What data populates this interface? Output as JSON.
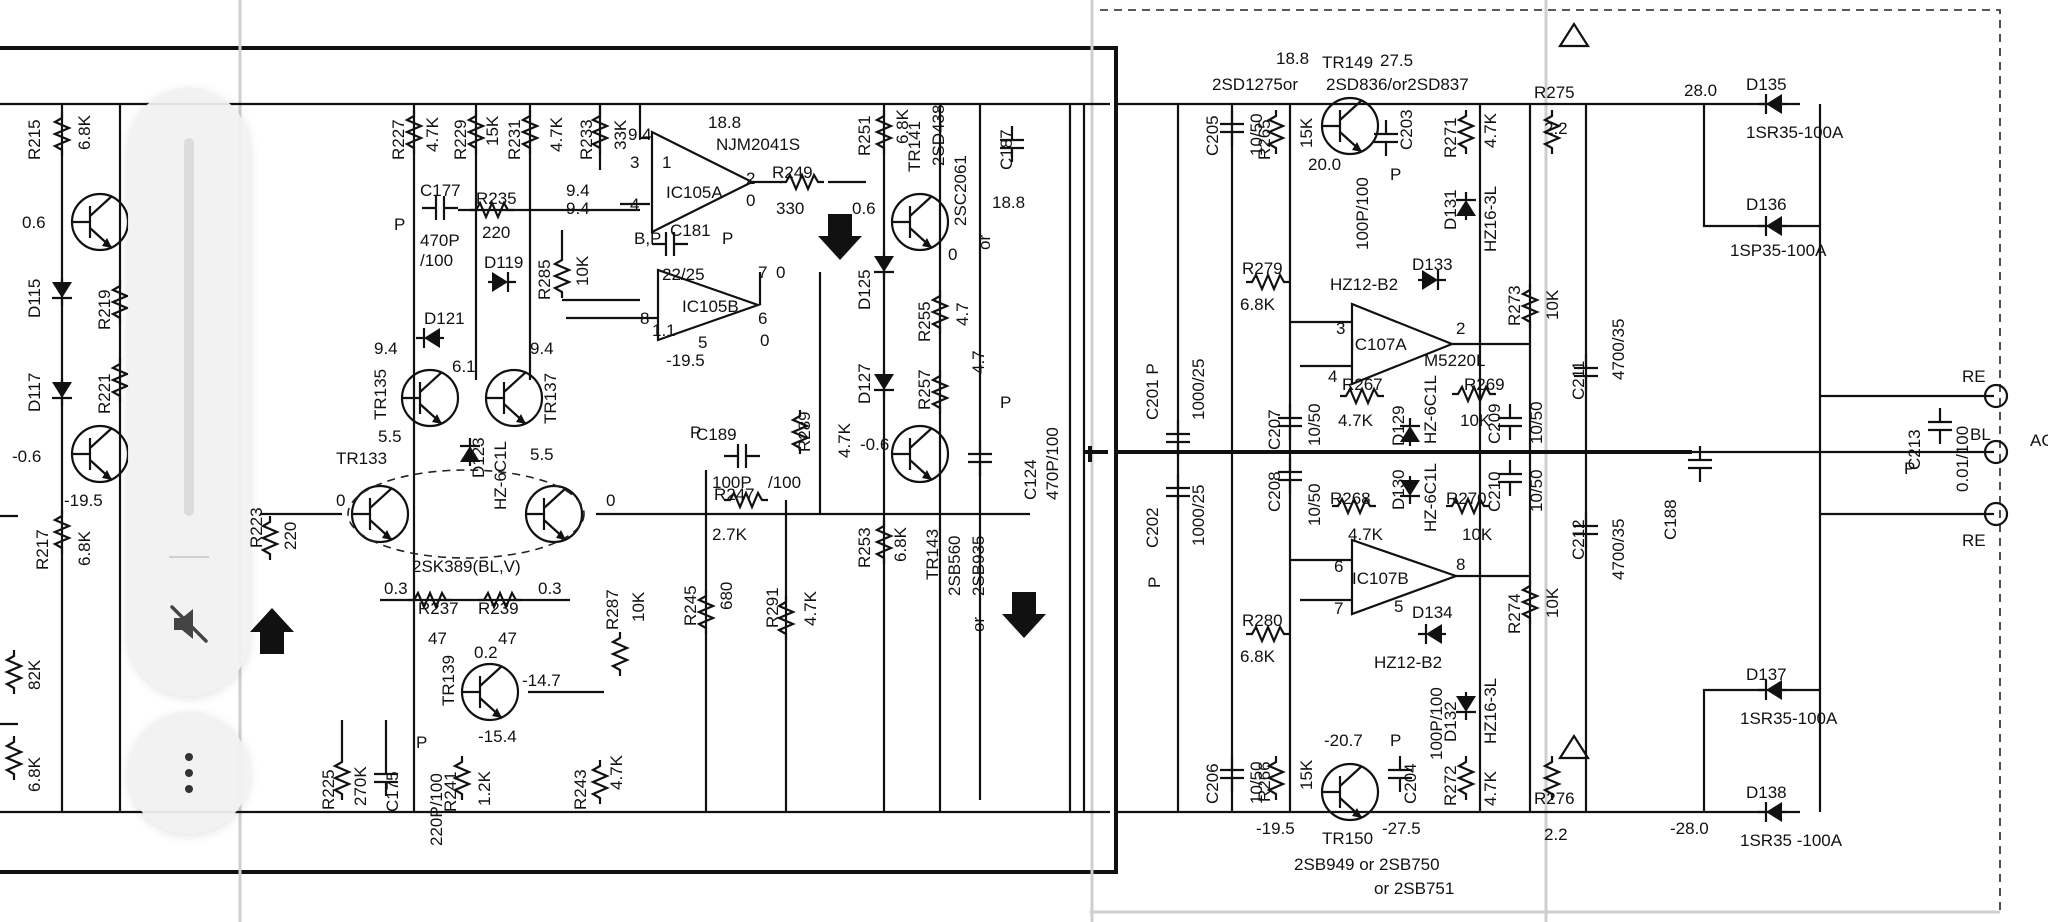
{
  "labels": {
    "r215": "R215",
    "r215v": "6.8K",
    "v06": "0.6",
    "d115": "D115",
    "r219": "R219",
    "d117": "D117",
    "r221": "R221",
    "vm06": "-0.6",
    "vm195": "-19.5",
    "r217": "R217",
    "r217v": "6.8K",
    "v82k": "82K",
    "v68k_left": "6.8K",
    "r227": "R227",
    "r227v": "4.7K",
    "r229": "R229",
    "r229v": "15K",
    "r231": "R231",
    "r231v": "4.7K",
    "r233": "R233",
    "r233v": "33K",
    "v94a": "9.4",
    "v94b": "9.4",
    "c177": "C177",
    "c177v": "470P",
    "c177v2": "/100",
    "r235": "R235",
    "r235v": "220",
    "d119": "D119",
    "r285": "R285",
    "r285v": "10K",
    "d121": "D121",
    "v94c": "9.4",
    "v61": "6.1",
    "v94d": "9.4",
    "tr135": "TR135",
    "tr137": "TR137",
    "v55a": "5.5",
    "v55b": "5.5",
    "d123": "D123",
    "hz6c1l": "HZ-6C1L",
    "tr133": "TR133",
    "v0a": "0",
    "v0b": "0",
    "fet": "2SK389(BL,V)",
    "v03a": "0.3",
    "v03b": "0.3",
    "r237": "R237",
    "r239": "R239",
    "v47a": "47",
    "v47b": "47",
    "r223": "R223",
    "r223v": "220",
    "tr139": "TR139",
    "v02": "0.2",
    "vm147": "-14.7",
    "vm154": "-15.4",
    "r225": "R225",
    "r225v": "270K",
    "c175": "C175",
    "c175v": "220P/100",
    "r241": "R241",
    "r241v": "1.2K",
    "r287": "R287",
    "r287v": "10K",
    "r243": "R243",
    "r243v": "4.7K",
    "v188a": "18.8",
    "njm": "NJM2041S",
    "ic105a": "IC105A",
    "p1": "1",
    "p2": "2",
    "p3": "3",
    "p4": "4",
    "v0c": "0",
    "r249": "R249",
    "r249v": "330",
    "v94e": "9.4",
    "bp": "B,P",
    "c181": "C181",
    "c181v": "22/25",
    "p_c181": "P",
    "ic105b": "IC105B",
    "p5": "5",
    "p6": "6",
    "p7": "7",
    "p8": "8",
    "v0d": "0",
    "v0e": "0",
    "v11": "1.1",
    "vm195b": "-19.5",
    "c189": "C189",
    "c189v": "100P",
    "c189v2": "/100",
    "r247": "R247",
    "r247v": "2.7K",
    "r289": "R289",
    "r289v": "4.7K",
    "r245": "R245",
    "r245v": "680",
    "r291": "R291",
    "r291v": "4.7K",
    "r251": "R251",
    "r251v": "6.8K",
    "tr141": "TR141",
    "tr141t": "2SD438",
    "tr141t2": "2SC2061",
    "or1": "or",
    "c187": "C187",
    "v188b": "18.8",
    "v06b": "0.6",
    "v0f": "0",
    "d125": "D125",
    "r255": "R255",
    "r255v": "4.7",
    "d127": "D127",
    "r257": "R257",
    "r257v": "4.7",
    "vm06b": "-0.6",
    "c124": "C124",
    "c124v": "470P/100",
    "r253": "R253",
    "r253v": "6.8K",
    "tr143": "TR143",
    "tr143t": "2SB560",
    "tr143t2": "2SB935",
    "or2": "or",
    "c201": "C201 P",
    "c201v": "1000/25",
    "c202": "C202",
    "c202v": "1000/25",
    "p_c202": "P",
    "c205": "C205",
    "c205v": "10/50",
    "r265": "R265",
    "r265v": "15K",
    "tr149": "TR149",
    "v188c": "18.8",
    "v275": "27.5",
    "tr149t": "2SD1275or",
    "tr149t2": "2SD836/or2SD837",
    "v200": "20.0",
    "c203": "C203",
    "c203v": "100P/100",
    "r271": "R271",
    "r271v": "4.7K",
    "d131": "D131",
    "hz163l": "HZ16-3L",
    "r275": "R275",
    "r275v": "2.2",
    "v280": "28.0",
    "d135": "D135",
    "d135t": "1SR35-100A",
    "d136": "D136",
    "d136t": "1SP35-100A",
    "r279": "R279",
    "r279v": "6.8K",
    "hz12b2": "HZ12-B2",
    "d133": "D133",
    "r273": "R273",
    "r273v": "10K",
    "p3b": "3",
    "p2b": "2",
    "ic107a": "IC107A",
    "m5220l": "M5220L",
    "p4b": "4",
    "r267": "R267",
    "r267v": "4.7K",
    "r269": "R269",
    "r269v": "10K",
    "c211": "C211",
    "c211v": "4700/35",
    "c207": "C207",
    "c207v": "10/50",
    "d129": "D129",
    "c209": "C209",
    "c209v": "10/50",
    "hz6c1lb": "HZ-6C1L",
    "d130": "D130",
    "c208": "C208",
    "c208v": "10/50",
    "r268": "R268",
    "r268v": "4.7K",
    "r270": "R270",
    "r270v": "10K",
    "c210": "C210",
    "c210v": "10/50",
    "hz6c1lc": "HZ-6C1L",
    "c212": "C212",
    "c212v": "4700/35",
    "c188": "C188",
    "p6b": "6",
    "p8b": "8",
    "p7b": "7",
    "p5b": "5",
    "ic107b": "IC107B",
    "d134": "D134",
    "hz12b2b": "HZ12-B2",
    "r274": "R274",
    "r274v": "10K",
    "r280": "R280",
    "r280v": "6.8K",
    "d132": "D132",
    "hz163lb": "HZ16-3L",
    "d137": "D137",
    "d137t": "1SR35-100A",
    "d138": "D138",
    "d138t": "1SR35 -100A",
    "vm280": "-28.0",
    "vm207": "-20.7",
    "c206": "C206",
    "c206v": "10/50",
    "r266": "R266",
    "r266v": "15K",
    "c204": "C204",
    "c204v": "100P/100",
    "r272": "R272",
    "r272v": "4.7K",
    "r276": "R276",
    "r276v": "2.2",
    "vm195c": "-19.5",
    "tr150": "TR150",
    "vm275": "-27.5",
    "tr150t": "2SB949 or 2SB750",
    "tr150t2": "or 2SB751",
    "c213": "C213",
    "c213v": "0.01/100",
    "re1": "RE",
    "bl": "BL",
    "re2": "RE",
    "ac": "AC",
    "pmark": "P"
  },
  "controls": {
    "volume_level": 0.0,
    "mute_icon": "speaker-muted-icon",
    "more_icon": "more-vert-icon"
  }
}
